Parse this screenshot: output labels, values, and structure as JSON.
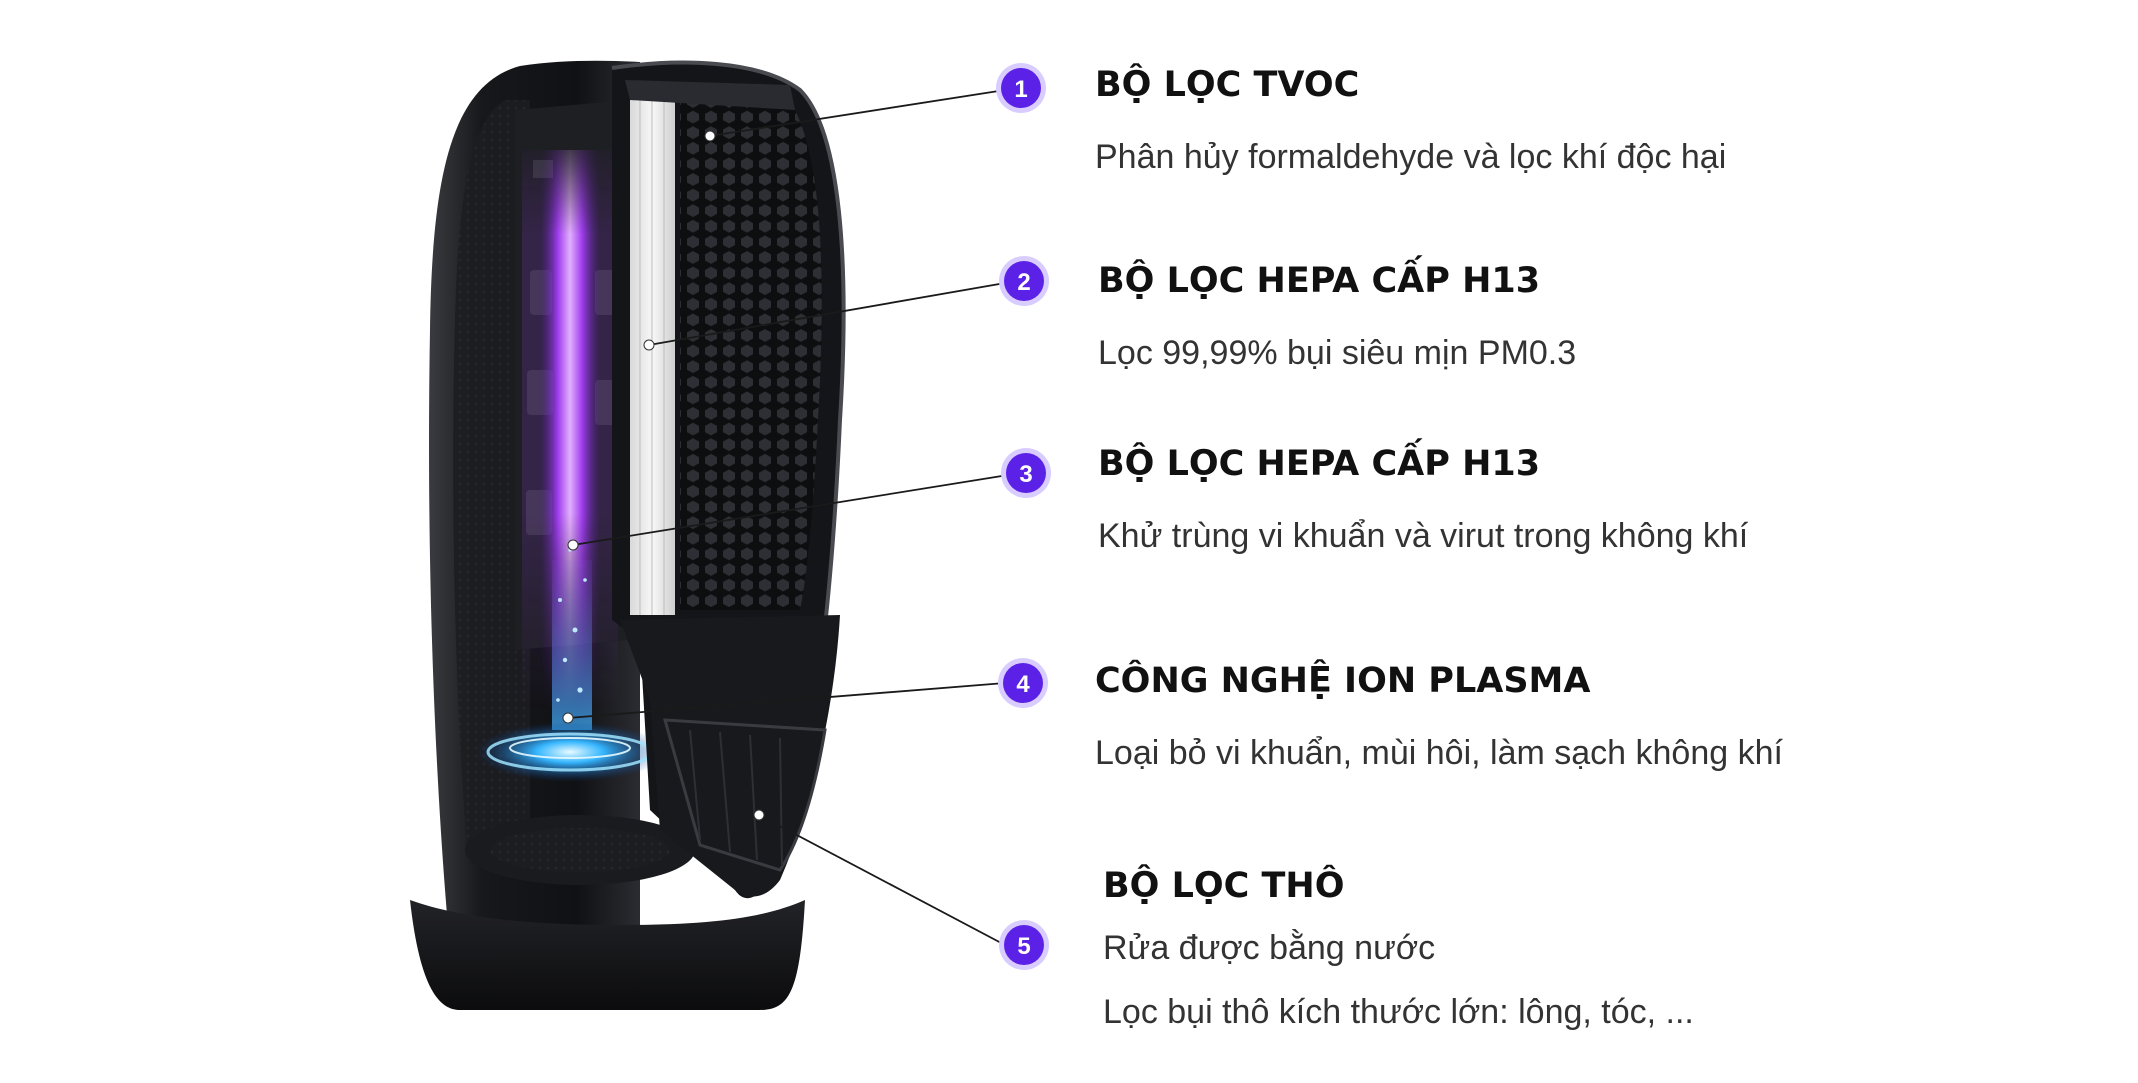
{
  "features": [
    {
      "number": "1",
      "title": "BỘ LỌC TVOC",
      "description": "Phân hủy formaldehyde và lọc khí độc hại"
    },
    {
      "number": "2",
      "title": "BỘ LỌC HEPA CẤP H13",
      "description": "Lọc 99,99% bụi siêu mịn PM0.3"
    },
    {
      "number": "3",
      "title": "BỘ LỌC HEPA CẤP H13",
      "description": "Khử trùng vi khuẩn và virut trong không khí"
    },
    {
      "number": "4",
      "title": "CÔNG NGHỆ ION PLASMA",
      "description": "Loại bỏ vi khuẩn, mùi hôi, làm sạch không khí"
    },
    {
      "number": "5",
      "title": "BỘ LỌC THÔ",
      "description": "Rửa được bằng nước",
      "description_2": "Lọc bụi thô kích thước lớn: lông, tóc, ..."
    }
  ],
  "colors": {
    "badge_fill": "#5b21e6",
    "badge_ring": "#d9ccff",
    "device_body": "#1b1c1f",
    "uv_glow": "#b04df2",
    "plasma_glow": "#2ea8ff"
  }
}
